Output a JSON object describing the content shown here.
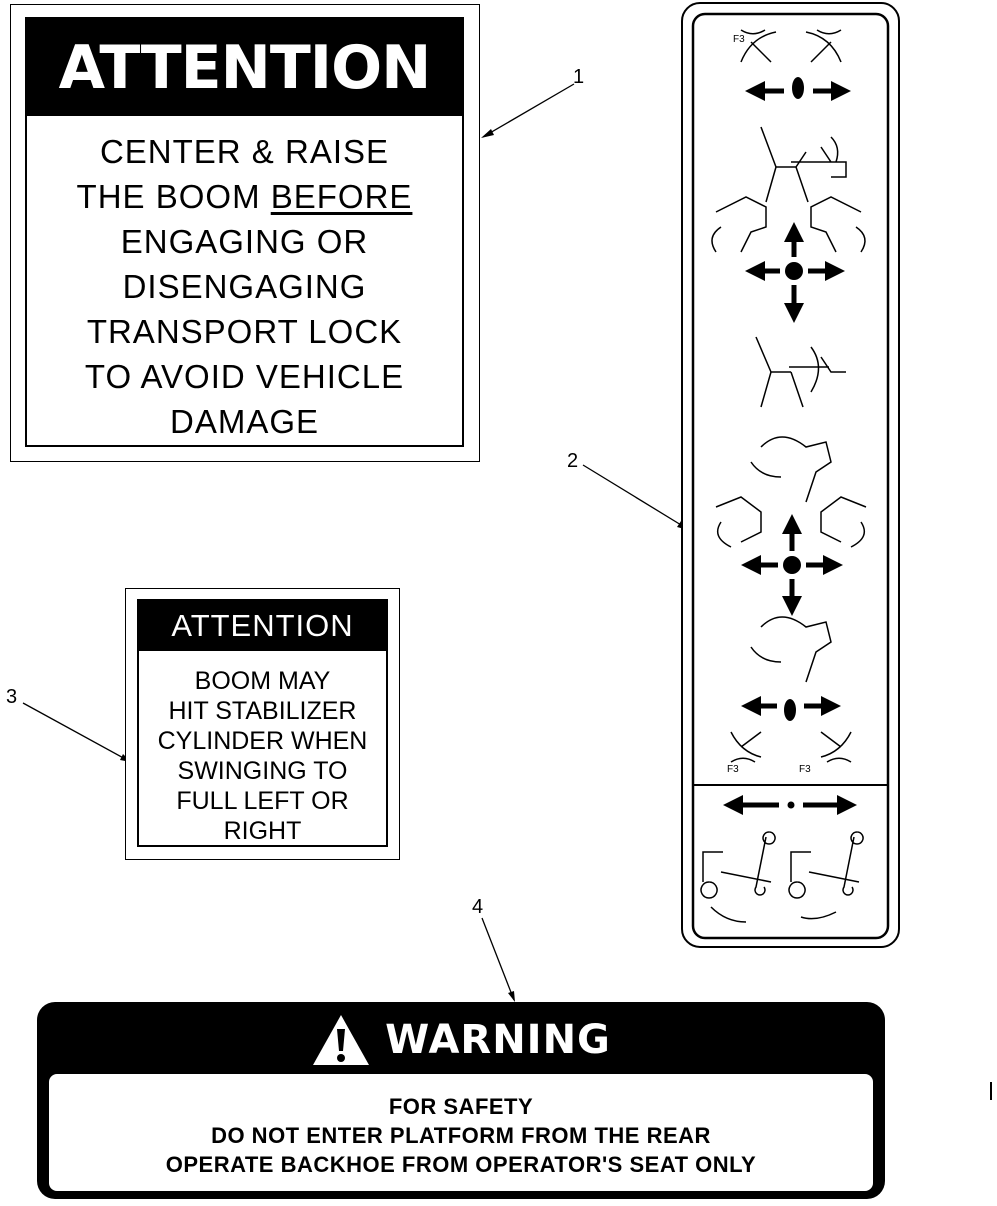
{
  "decal1": {
    "callout": "1",
    "header": "ATTENTION",
    "lines": [
      "CENTER & RAISE",
      "THE BOOM",
      "BEFORE",
      "ENGAGING OR",
      "DISENGAGING",
      "TRANSPORT LOCK",
      "TO AVOID VEHICLE",
      "DAMAGE"
    ]
  },
  "decal2": {
    "callout": "2"
  },
  "decal3": {
    "callout": "3",
    "header": "ATTENTION",
    "lines": [
      "BOOM MAY",
      "HIT STABILIZER",
      "CYLINDER WHEN",
      "SWINGING TO",
      "FULL LEFT OR",
      "RIGHT"
    ]
  },
  "decal4": {
    "callout": "4",
    "header": "WARNING",
    "lines": [
      "FOR SAFETY",
      "DO NOT ENTER PLATFORM FROM THE REAR",
      "OPERATE BACKHOE FROM OPERATOR'S SEAT ONLY"
    ]
  }
}
